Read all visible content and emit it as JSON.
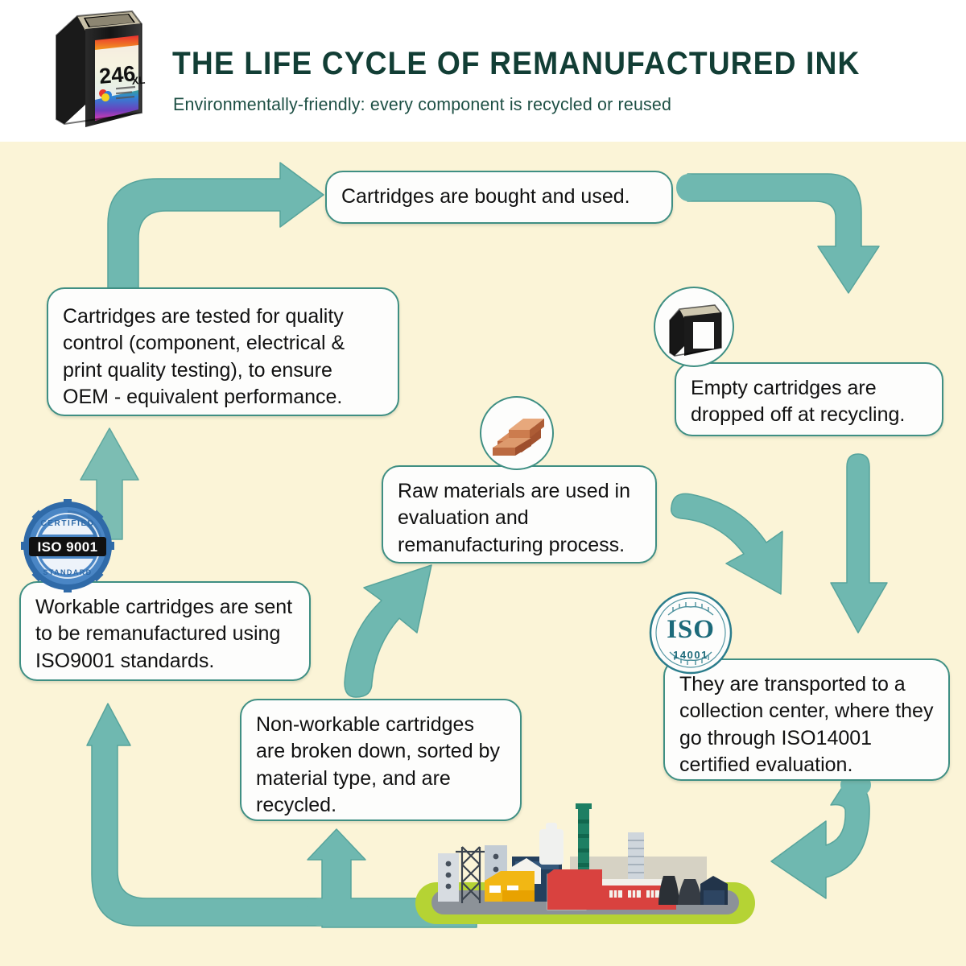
{
  "header": {
    "title": "THE LIFE CYCLE OF REMANUFACTURED INK",
    "subtitle": "Environmentally-friendly: every component is recycled or reused",
    "cartridge_label": "246",
    "cartridge_label_suffix": "XL",
    "colors": {
      "title": "#123e35",
      "subtitle": "#1d4f44",
      "background": "#ffffff"
    }
  },
  "canvas": {
    "background": "#fbf4d7",
    "box_border": "#3f8f83",
    "box_fill": "#fdfdfc",
    "arrow_fill": "#6fb8b0",
    "arrow_stroke": "#57a49c"
  },
  "steps": [
    {
      "id": "bought",
      "text": "Cartridges are bought and used."
    },
    {
      "id": "dropped-off",
      "text": "Empty cartridges are dropped off at recycling."
    },
    {
      "id": "transported",
      "text": "They are transported to a collection center, where they go through ISO14001 certified evaluation."
    },
    {
      "id": "non-workable",
      "text": "Non-workable cartridges are broken down, sorted by material type, and are recycled."
    },
    {
      "id": "workable",
      "text": "Workable cartridges are sent to be remanufactured using ISO9001 standards."
    },
    {
      "id": "raw",
      "text": "Raw materials are used in evaluation and remanufacturing process."
    },
    {
      "id": "quality",
      "text": "Cartridges are tested for quality control (component, electrical & print quality testing), to ensure OEM - equivalent performance."
    }
  ],
  "badges": {
    "iso9001": {
      "name": "ISO 9001",
      "line1": "ISO 9001",
      "ring_top": "CERTIFIED",
      "ring_bottom": "STANDARD",
      "colors": {
        "seal": "#4a86c5",
        "seal_dark": "#2f6aa8",
        "banner": "#111111"
      }
    },
    "iso14001": {
      "name": "ISO 14001",
      "line1": "ISO",
      "line2": "14001",
      "colors": {
        "text": "#1c6a7a"
      }
    },
    "cartridge": {
      "name": "empty ink cartridge"
    },
    "raw_materials": {
      "name": "copper bars / raw material stack",
      "colors": {
        "bar": "#c9794f",
        "bar_light": "#e0a276"
      }
    }
  },
  "factory": {
    "name": "recycling factory and plant",
    "colors": {
      "ground": "#b5d334",
      "road": "#8c9298",
      "red_building": "#d9423f",
      "green_stack": "#1d7f63",
      "yellow_building": "#f2b714",
      "blue_building": "#2e4a6b",
      "grey_building": "#c6ccd2"
    }
  },
  "arrows": [
    {
      "id": "arrow-to-bought",
      "from": "quality",
      "to": "bought",
      "shape": "curve-up-right"
    },
    {
      "id": "arrow-to-dropoff",
      "from": "bought",
      "to": "dropped-off",
      "shape": "curve-right-down"
    },
    {
      "id": "arrow-to-transport",
      "from": "dropped-off",
      "to": "transported",
      "shape": "down"
    },
    {
      "id": "arrow-diagonal-right",
      "from": "dropped-off",
      "to": "transported",
      "shape": "diagonal-down-right"
    },
    {
      "id": "arrow-to-factory",
      "from": "transported",
      "to": "factory",
      "shape": "curve-down-left"
    },
    {
      "id": "arrow-factory-to-left",
      "from": "factory",
      "to": "non-workable",
      "shape": "up"
    },
    {
      "id": "arrow-bottom-left-up",
      "from": "factory",
      "to": "workable",
      "shape": "corner-left-up"
    },
    {
      "id": "arrow-to-workable",
      "from": "non-workable",
      "to": "workable",
      "shape": "up"
    },
    {
      "id": "arrow-to-quality",
      "from": "workable",
      "to": "quality",
      "shape": "up"
    },
    {
      "id": "arrow-to-raw",
      "from": "non-workable",
      "to": "raw",
      "shape": "diagonal-up-right"
    }
  ]
}
